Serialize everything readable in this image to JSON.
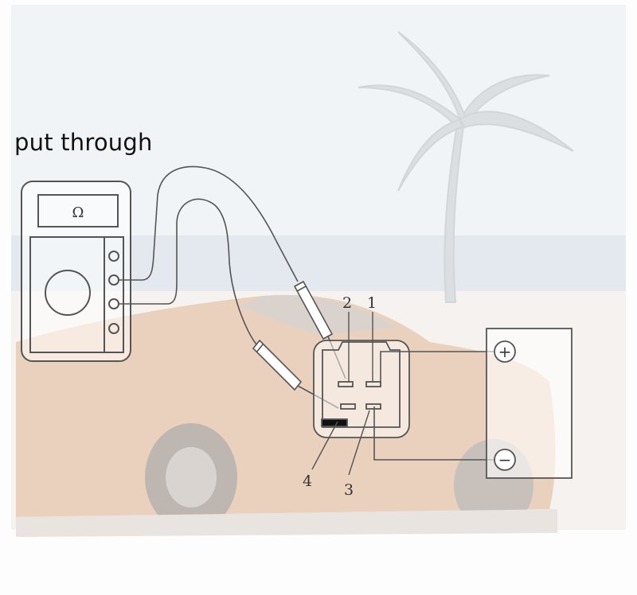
{
  "caption": "put through",
  "meter": {
    "display_symbol": "Ω"
  },
  "relay": {
    "pins": [
      "1",
      "2",
      "3",
      "4"
    ]
  },
  "battery": {
    "positive_symbol": "+",
    "negative_symbol": "−"
  },
  "colors": {
    "line": "#555555",
    "sky": "#eef2f6",
    "sea": "#dfe6ee",
    "car_body": "#e6c2a2",
    "car_shadow": "#c8bcb4",
    "palm": "#d4d7d9"
  }
}
